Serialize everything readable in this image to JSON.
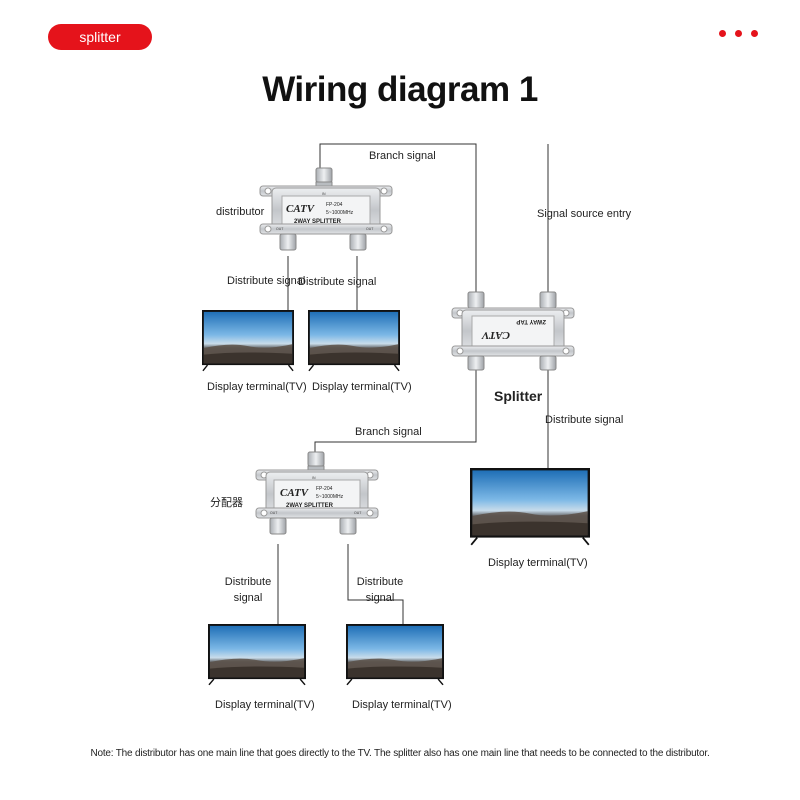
{
  "tag": {
    "label": "splitter"
  },
  "title": "Wiring diagram 1",
  "device_text": {
    "catv": "CATV",
    "model": "FP-204",
    "freq": "5~1000MHz",
    "splitter_type": "2WAY SPLITTER",
    "tap_type": "2WAY TAP",
    "in": "IN",
    "out": "OUT"
  },
  "labels": {
    "branch_signal_top": "Branch signal",
    "signal_source_entry": "Signal source entry",
    "distributor": "distributor",
    "distribute_signal_1": "Distribute signal",
    "distribute_signal_2": "Distribute signal",
    "display_tv_1": "Display terminal(TV)",
    "display_tv_2": "Display terminal(TV)",
    "splitter": "Splitter",
    "distribute_signal_right": "Distribute signal",
    "branch_signal_bottom": "Branch signal",
    "distributor_cn": "分配器",
    "display_tv_right": "Display terminal(TV)",
    "distribute_signal_3_line1": "Distribute",
    "distribute_signal_3_line2": "signal",
    "distribute_signal_4_line1": "Distribute",
    "distribute_signal_4_line2": "signal",
    "display_tv_3": "Display terminal(TV)",
    "display_tv_4": "Display terminal(TV)"
  },
  "note": "Note: The distributor has one main line that goes directly to the TV. The splitter also has one main line that needs to be connected to the distributor.",
  "colors": {
    "accent": "#e5131b",
    "line": "#333333",
    "metal": "#c9cbce"
  }
}
